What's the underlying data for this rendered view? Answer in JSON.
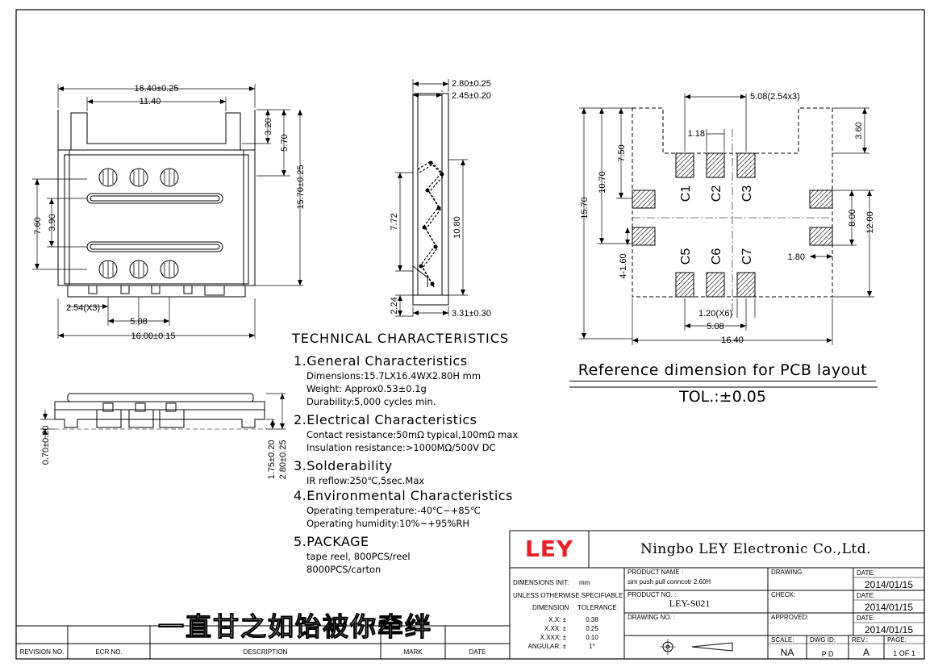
{
  "front_view": {
    "dim_top_outer": "16.40±0.25",
    "dim_top_inner": "11.40",
    "dim_right_a": "3.20",
    "dim_right_b": "5.70",
    "dim_right_total": "15.70±0.25",
    "dim_left_a": "7.60",
    "dim_left_b": "3.90",
    "dim_pitch": "2.54(X3)",
    "dim_span": "5.08",
    "dim_bottom": "16.00±0.15"
  },
  "side_view": {
    "dim_top_a": "2.80±0.25",
    "dim_top_b": "2.45±0.20",
    "dim_left": "7.72",
    "dim_right": "10.80",
    "dim_bottom_left": "2.24",
    "dim_bottom_right": "3.31±0.30"
  },
  "bottom_view": {
    "dim_left": "0.70±0.20",
    "dim_right_a": "1.75±0.20",
    "dim_right_b": "2.80±0.25"
  },
  "pcb_layout": {
    "dim_pitch": "5.08(2.54x3)",
    "dim_pad_offset": "1.18",
    "dim_right_top": "3.60",
    "dim_left_total": "15.70",
    "dim_left_a": "10.70",
    "dim_left_b": "7.50",
    "dim_left_c": "4-1.60",
    "dim_right_a": "8.00",
    "dim_right_b": "12.00",
    "dim_side_pad": "1.80",
    "dim_pad_width": "1.20(X6)",
    "dim_span": "5.08",
    "dim_total": "16.40",
    "pads": [
      "C1",
      "C2",
      "C3",
      "C5",
      "C6",
      "C7"
    ],
    "caption": "Reference dimension for PCB layout",
    "tolerance": "TOL.:±0.05"
  },
  "tech": {
    "title": "TECHNICAL CHARACTERISTICS",
    "sections": [
      {
        "heading": "1.General Characteristics",
        "lines": [
          "Dimensions:15.7LX16.4WX2.80H mm",
          "Weight: Approx0.53±0.1g",
          "Durability:5,000 cycles min."
        ]
      },
      {
        "heading": "2.Electrical Characteristics",
        "lines": [
          "Contact resistance:50mΩ typical,100mΩ max",
          "Insulation resistance:>1000MΩ/500V DC"
        ]
      },
      {
        "heading": "3.Solderability",
        "lines": [
          "IR reflow:250℃,5sec.Max"
        ]
      },
      {
        "heading": "4.Environmental Characteristics",
        "lines": [
          "Operating temperature:-40℃~+85℃",
          "Operating humidity:10%~+95%RH"
        ]
      },
      {
        "heading": "5.PACKAGE",
        "lines": [
          "tape reel, 800PCS/reel",
          "8000PCS/carton"
        ]
      }
    ]
  },
  "watermark": "一直甘之如饴被你牵绊",
  "title_block": {
    "logo": "LEY",
    "company": "Ningbo LEY Electronic Co.,Ltd.",
    "product_name_label": "PRODUCT NAME :",
    "product_name": "sim push pull conncotr 2.60H",
    "product_no_label": "PRODUCT NO. :",
    "product_no": "LEY-S021",
    "drawing_no_label": "DRAWING NO. :",
    "dims_unit_label": "DIMENSIONS INIT:",
    "dims_unit": "mm",
    "unless": "UNLESS OTHERWISE SPECIFIABLE",
    "dimension_label": "DIMENSION",
    "tolerance_label": "TOLERANCE",
    "tol_rows": [
      {
        "k": "X.X: ±",
        "v": "0.38"
      },
      {
        "k": "X.XX: ±",
        "v": "0.25"
      },
      {
        "k": "X.XXX: ±",
        "v": "0.10"
      },
      {
        "k": "ANGULAR: ±",
        "v": "1°"
      }
    ],
    "drawing_label": "DRAWING:",
    "check_label": "CHECK:",
    "approved_label": "APPROVED:",
    "date_label": "DATE:",
    "date1": "2014/01/15",
    "date2": "2014/01/15",
    "date3": "2014/01/15",
    "scale_label": "SCALE:",
    "scale": "NA",
    "dwg_id_label": "DWG ID:",
    "dwg_id": "P D",
    "rev_label": "REV.:",
    "rev": "A",
    "page_label": "PAGE:",
    "page": "1 OF 1"
  },
  "revision_row": {
    "rev_no": "REVISION NO.",
    "ecr_no": "ECR NO.",
    "description": "DESCRIPTION",
    "mark": "MARK",
    "date": "DATE"
  }
}
